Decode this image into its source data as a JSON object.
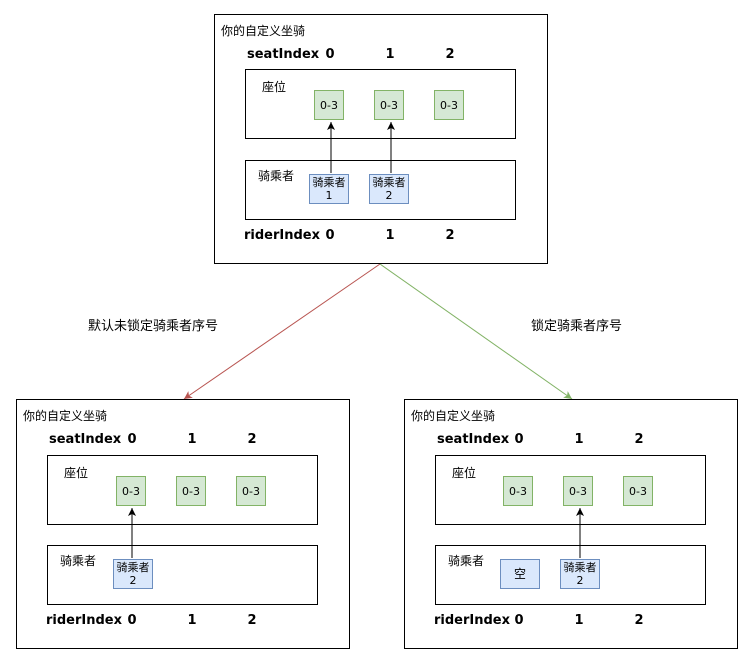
{
  "panels": {
    "top": {
      "title": "你的自定义坐骑",
      "seat_index_label": "seatIndex",
      "seat_indices": [
        "0",
        "1",
        "2"
      ],
      "seat_group_label": "座位",
      "seats": [
        "0-3",
        "0-3",
        "0-3"
      ],
      "rider_group_label": "骑乘者",
      "riders": [
        {
          "line1": "骑乘者",
          "line2": "1"
        },
        {
          "line1": "骑乘者",
          "line2": "2"
        }
      ],
      "rider_index_label": "riderIndex",
      "rider_indices": [
        "0",
        "1",
        "2"
      ]
    },
    "left": {
      "title": "你的自定义坐骑",
      "seat_index_label": "seatIndex",
      "seat_indices": [
        "0",
        "1",
        "2"
      ],
      "seat_group_label": "座位",
      "seats": [
        "0-3",
        "0-3",
        "0-3"
      ],
      "rider_group_label": "骑乘者",
      "riders": [
        {
          "line1": "骑乘者",
          "line2": "2"
        }
      ],
      "rider_index_label": "riderIndex",
      "rider_indices": [
        "0",
        "1",
        "2"
      ]
    },
    "right": {
      "title": "你的自定义坐骑",
      "seat_index_label": "seatIndex",
      "seat_indices": [
        "0",
        "1",
        "2"
      ],
      "seat_group_label": "座位",
      "seats": [
        "0-3",
        "0-3",
        "0-3"
      ],
      "rider_group_label": "骑乘者",
      "empty_slot": "空",
      "riders": [
        {
          "line1": "骑乘者",
          "line2": "2"
        }
      ],
      "rider_index_label": "riderIndex",
      "rider_indices": [
        "0",
        "1",
        "2"
      ]
    }
  },
  "edges": {
    "left_label": "默认未锁定骑乘者序号",
    "right_label": "锁定骑乘者序号",
    "left_color": "#b85450",
    "right_color": "#82b366"
  },
  "colors": {
    "seat_fill": "#d5e8d4",
    "seat_stroke": "#82b366",
    "rider_fill": "#dae8fc",
    "rider_stroke": "#6c8ebf"
  }
}
